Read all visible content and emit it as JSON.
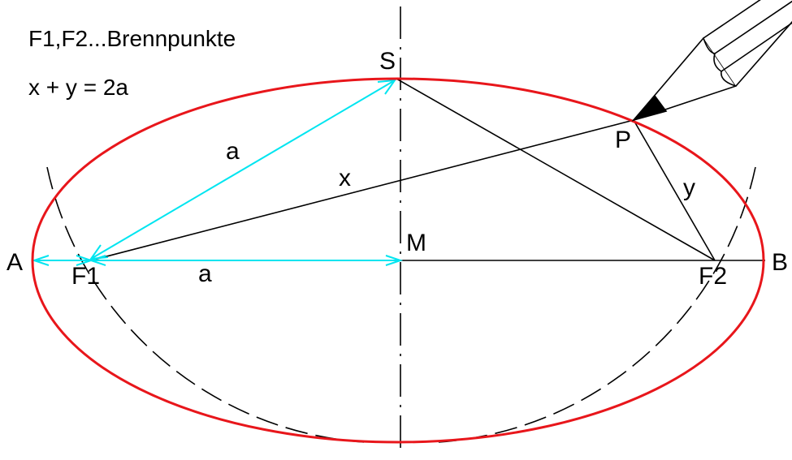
{
  "legend": {
    "foci": "F1,F2...Brennpunkte",
    "sum": "x + y = 2a"
  },
  "points": {
    "A": "A",
    "B": "B",
    "F1": "F1",
    "F2": "F2",
    "M": "M",
    "S": "S",
    "P": "P"
  },
  "segments": {
    "a_upper": "a",
    "a_lower": "a",
    "x": "x",
    "y": "y"
  },
  "colors": {
    "ellipse": "#e8161b",
    "construction": "#00e5f0",
    "lines": "#000000"
  },
  "icons": [
    "pencil-icon"
  ]
}
